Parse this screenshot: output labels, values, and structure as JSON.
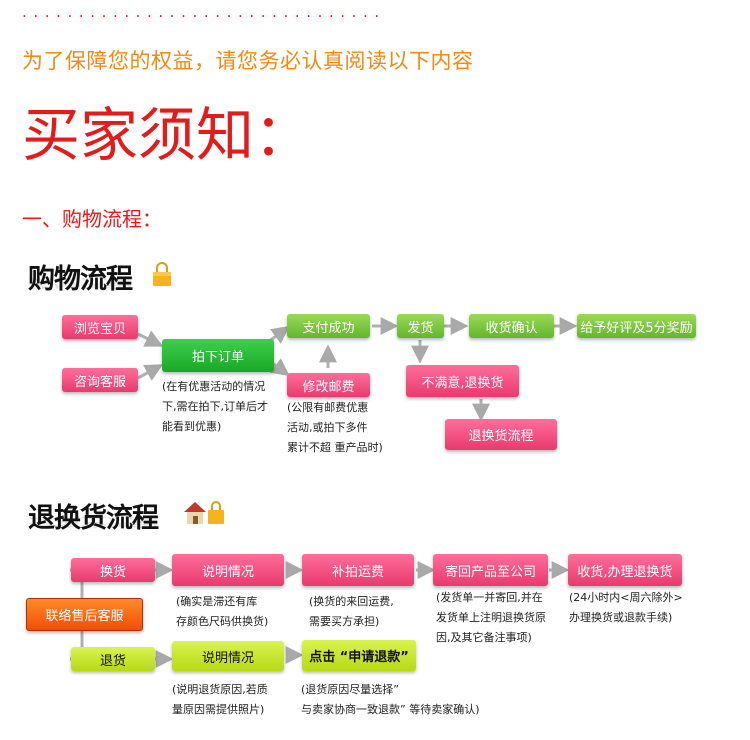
{
  "decor": {
    "dots": "................................"
  },
  "header": {
    "notice": "为了保障您的权益，请您务必认真阅读以下内容",
    "title": "买家须知：",
    "section1": "一、购物流程："
  },
  "shopping_flow": {
    "title": "购物流程",
    "browse": "浏览宝贝",
    "consult": "咨询客服",
    "place_order": "拍下订单",
    "order_note": [
      "(在有优惠活动的情况",
      "下,需在拍下,订单后才",
      "能看到优惠)"
    ],
    "pay_success": "支付成功",
    "modify_postage": "修改邮费",
    "postage_note": [
      "(公限有邮费优惠",
      "活动,或拍下多件",
      "累计不超 重产品时)"
    ],
    "ship": "发货",
    "confirm_receipt": "收货确认",
    "good_review": "给予好评及5分奖励",
    "unsatisfied": "不满意,退换货",
    "return_flow": "退换货流程"
  },
  "return_flow": {
    "title": "退换货流程",
    "contact_service": "联络售后客服",
    "exchange": "换货",
    "exchange_explain": "说明情况",
    "exchange_note": [
      "(确实是滞还有库",
      "存颜色尺码供换货)"
    ],
    "postage": "补拍运费",
    "postage_note": [
      "(换货的来回运费,",
      "需要买方承担)"
    ],
    "send_back": "寄回产品至公司",
    "send_back_note": [
      "(发货单一并寄回,并在",
      "发货单上注明退换货原",
      "因,及其它备注事项)"
    ],
    "receive": "收货,办理退换货",
    "receive_note": [
      "(24小时内<周六除外>",
      "办理换货或退款手续)"
    ],
    "refund": "退货",
    "refund_explain": "说明情况",
    "refund_note": [
      "(说明退货原因,若质",
      "量原因需提供照片)"
    ],
    "apply_refund": "点击 “申请退款”",
    "apply_note": [
      "(退货原因尽量选择”",
      "与卖家协商一致退款” 等待卖家确认)"
    ]
  },
  "colors": {
    "red": "#e31b1b",
    "orange_text": "#f08a12",
    "pink": "#ff5e8e",
    "green": "#7cc63a",
    "arrow": "#aaaaaa"
  },
  "icons": [
    "lock-icon",
    "house-icon",
    "arrow-icon"
  ]
}
